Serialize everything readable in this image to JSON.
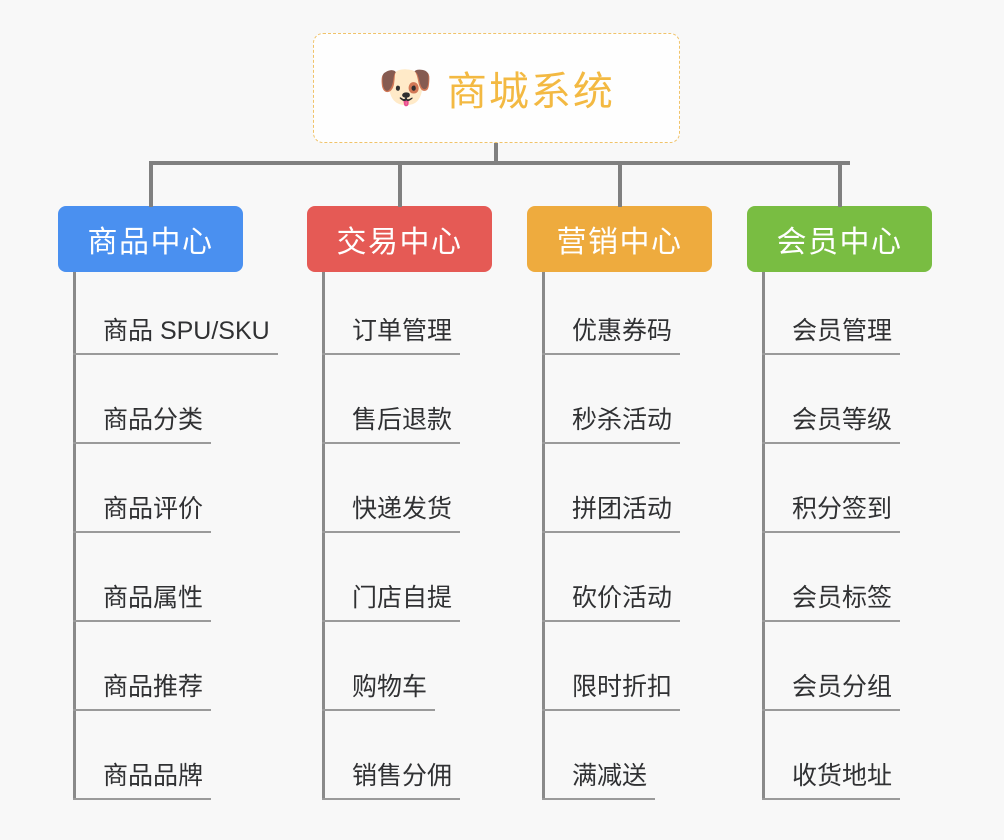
{
  "background_color": "#f8f8f8",
  "root": {
    "icon": "shiba-dog-face-emoji",
    "emoji": "🐶",
    "title": "商城系统",
    "title_color": "#f3b942",
    "border_color": "#f0c36a"
  },
  "groups": [
    {
      "label": "商品中心",
      "color": "#4a90f0",
      "items": [
        "商品 SPU/SKU",
        "商品分类",
        "商品评价",
        "商品属性",
        "商品推荐",
        "商品品牌"
      ]
    },
    {
      "label": "交易中心",
      "color": "#e55a55",
      "items": [
        "订单管理",
        "售后退款",
        "快递发货",
        "门店自提",
        "购物车",
        "销售分佣"
      ]
    },
    {
      "label": "营销中心",
      "color": "#eeab3e",
      "items": [
        "优惠券码",
        "秒杀活动",
        "拼团活动",
        "砍价活动",
        "限时折扣",
        "满减送"
      ]
    },
    {
      "label": "会员中心",
      "color": "#79bd42",
      "items": [
        "会员管理",
        "会员等级",
        "积分签到",
        "会员标签",
        "会员分组",
        "收货地址"
      ]
    }
  ]
}
